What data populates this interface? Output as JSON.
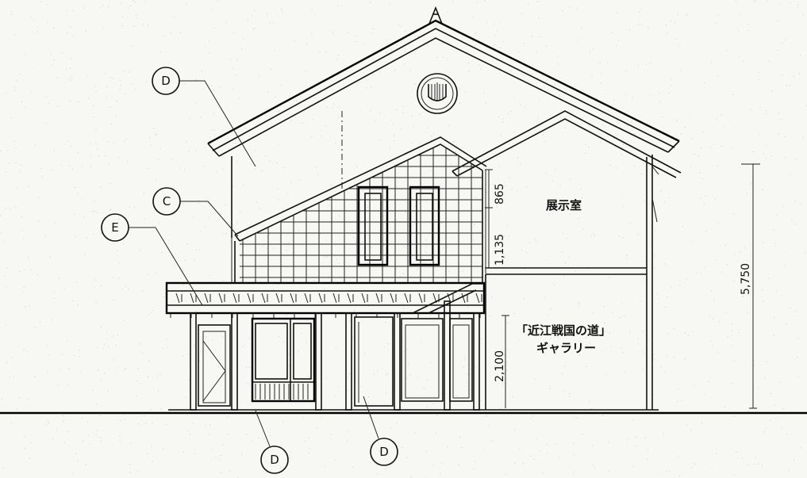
{
  "callouts": {
    "d_top": "D",
    "c": "C",
    "e": "E",
    "d_bottom_left": "D",
    "d_bottom_right": "D"
  },
  "rooms": {
    "exhibition": "展示室",
    "gallery_line1": "「近江戦国の道」",
    "gallery_line2": "ギャラリー"
  },
  "dimensions": {
    "upper_small": "865",
    "upper_large": "1,135",
    "lower": "2,100",
    "overall": "5,750"
  }
}
